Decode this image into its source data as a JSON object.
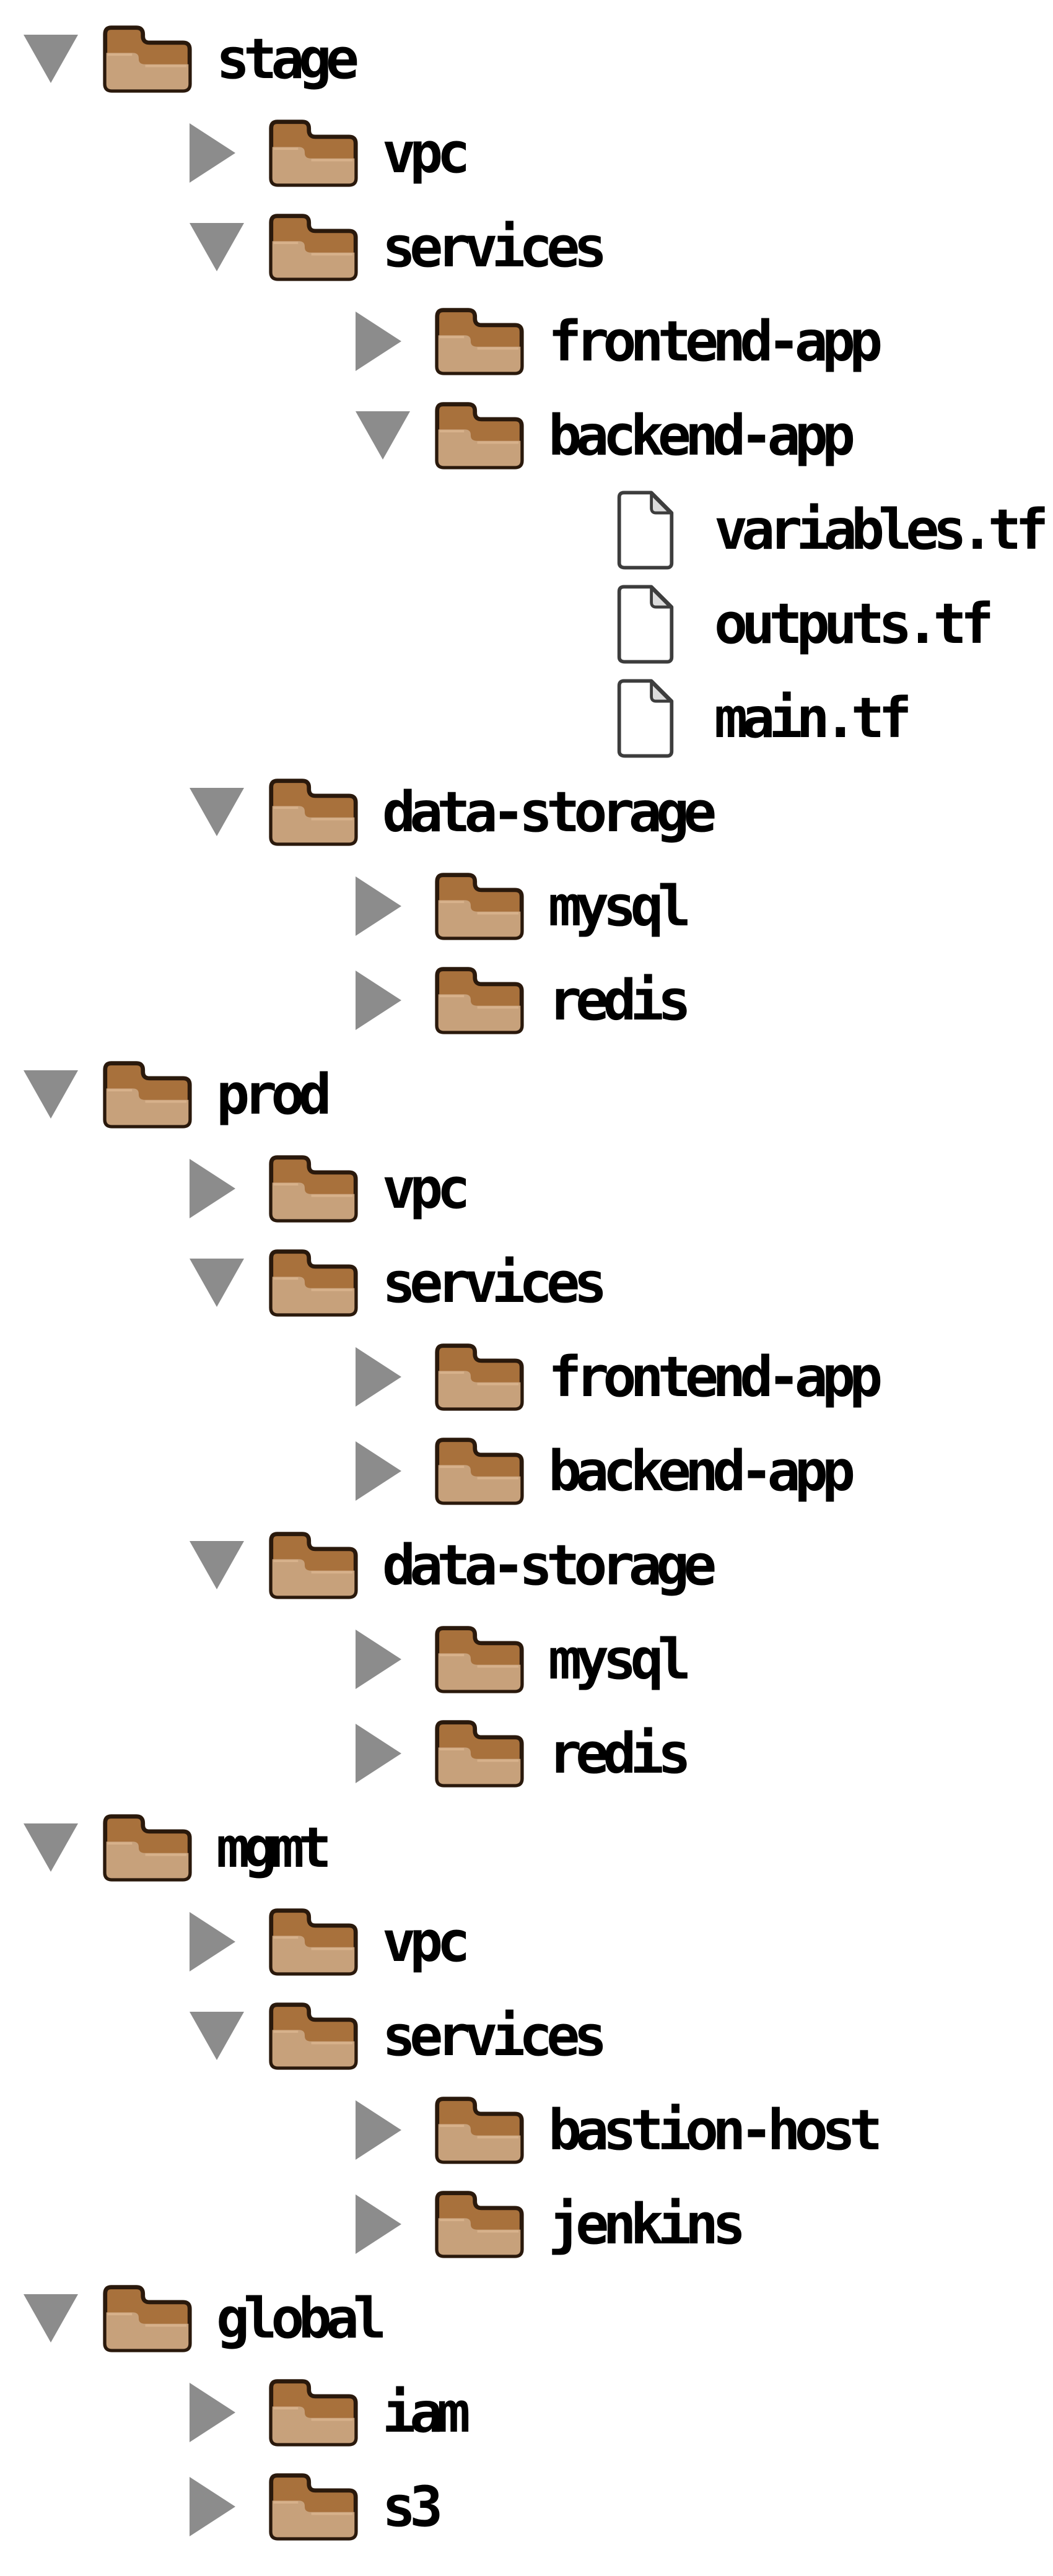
{
  "colors": {
    "background": "#ffffff",
    "arrow": "#8c8c8c",
    "folder_back": "#a8713c",
    "folder_front": "#c7a17b",
    "folder_highlight": "#d9b48e",
    "folder_outline": "#2a190c",
    "file_fill": "#ffffff",
    "file_fold": "#dcdcdc",
    "file_outline": "#3d3d3d",
    "text": "#000000"
  },
  "icons": {
    "expanded": "triangle-down-icon",
    "collapsed": "triangle-right-icon",
    "folder": "folder-icon",
    "file": "file-icon"
  },
  "tree": {
    "nodes": [
      {
        "label": "stage",
        "type": "folder",
        "level": 0,
        "state": "expanded"
      },
      {
        "label": "vpc",
        "type": "folder",
        "level": 1,
        "state": "collapsed"
      },
      {
        "label": "services",
        "type": "folder",
        "level": 1,
        "state": "expanded"
      },
      {
        "label": "frontend-app",
        "type": "folder",
        "level": 2,
        "state": "collapsed"
      },
      {
        "label": "backend-app",
        "type": "folder",
        "level": 2,
        "state": "expanded"
      },
      {
        "label": "variables.tf",
        "type": "file",
        "level": 3,
        "state": "none"
      },
      {
        "label": "outputs.tf",
        "type": "file",
        "level": 3,
        "state": "none"
      },
      {
        "label": "main.tf",
        "type": "file",
        "level": 3,
        "state": "none"
      },
      {
        "label": "data-storage",
        "type": "folder",
        "level": 1,
        "state": "expanded"
      },
      {
        "label": "mysql",
        "type": "folder",
        "level": 2,
        "state": "collapsed"
      },
      {
        "label": "redis",
        "type": "folder",
        "level": 2,
        "state": "collapsed"
      },
      {
        "label": "prod",
        "type": "folder",
        "level": 0,
        "state": "expanded"
      },
      {
        "label": "vpc",
        "type": "folder",
        "level": 1,
        "state": "collapsed"
      },
      {
        "label": "services",
        "type": "folder",
        "level": 1,
        "state": "expanded"
      },
      {
        "label": "frontend-app",
        "type": "folder",
        "level": 2,
        "state": "collapsed"
      },
      {
        "label": "backend-app",
        "type": "folder",
        "level": 2,
        "state": "collapsed"
      },
      {
        "label": "data-storage",
        "type": "folder",
        "level": 1,
        "state": "expanded"
      },
      {
        "label": "mysql",
        "type": "folder",
        "level": 2,
        "state": "collapsed"
      },
      {
        "label": "redis",
        "type": "folder",
        "level": 2,
        "state": "collapsed"
      },
      {
        "label": "mgmt",
        "type": "folder",
        "level": 0,
        "state": "expanded"
      },
      {
        "label": "vpc",
        "type": "folder",
        "level": 1,
        "state": "collapsed"
      },
      {
        "label": "services",
        "type": "folder",
        "level": 1,
        "state": "expanded"
      },
      {
        "label": "bastion-host",
        "type": "folder",
        "level": 2,
        "state": "collapsed"
      },
      {
        "label": "jenkins",
        "type": "folder",
        "level": 2,
        "state": "collapsed"
      },
      {
        "label": "global",
        "type": "folder",
        "level": 0,
        "state": "expanded"
      },
      {
        "label": "iam",
        "type": "folder",
        "level": 1,
        "state": "collapsed"
      },
      {
        "label": "s3",
        "type": "folder",
        "level": 1,
        "state": "collapsed"
      }
    ]
  }
}
